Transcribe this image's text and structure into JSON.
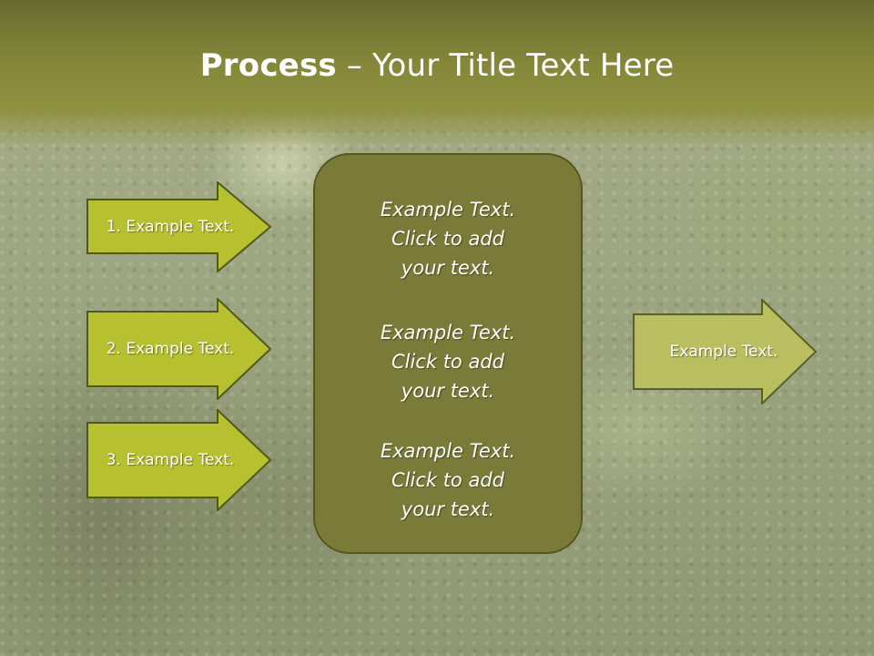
{
  "slide": {
    "title_bold": "Process",
    "title_rest": " – Your Title Text Here",
    "left_steps": [
      {
        "label": "1. Example Text."
      },
      {
        "label": "2. Example Text."
      },
      {
        "label": "3. Example Text."
      }
    ],
    "center_box": {
      "paragraphs": [
        {
          "line1": "Example Text.",
          "line2": "Click  to add",
          "line3": "your text."
        },
        {
          "line1": "Example Text.",
          "line2": "Click  to add",
          "line3": "your text."
        },
        {
          "line1": "Example Text.",
          "line2": "Click  to add",
          "line3": "your text."
        }
      ]
    },
    "right_arrow": {
      "label": "Example Text."
    },
    "colors": {
      "title_band": "#858838",
      "left_arrow_fill": "#b7c02f",
      "center_box_fill": "#7a7a39",
      "right_arrow_fill": "#b9be61"
    }
  }
}
